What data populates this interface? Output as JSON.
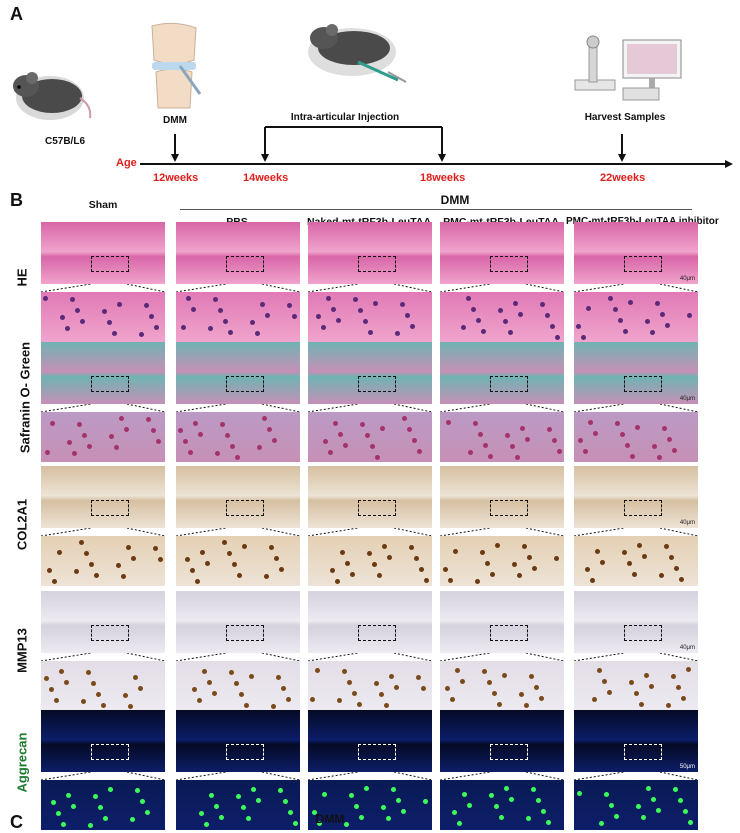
{
  "panel_a": {
    "letter": "A",
    "strain_label": "C57B/L6",
    "dmm_label": "DMM",
    "injection_label": "Intra-articular Injection",
    "harvest_label": "Harvest Samples",
    "age_label": "Age",
    "timepoints": [
      "12weeks",
      "14weeks",
      "18weeks",
      "22weeks"
    ],
    "colors": {
      "timeline_red": "#e0201c",
      "line": "#111111"
    }
  },
  "panel_b": {
    "letter": "B",
    "group_label": "DMM",
    "columns": [
      "Sham",
      "PBS",
      "Naked-mt-tRF3b-LeuTAA",
      "PMC-mt-tRF3b-LeuTAA",
      "PMC-mt-tRF3b-LeuTAA inhibitor"
    ],
    "rows": [
      {
        "label": "HE",
        "color": "#111111",
        "scale": "40μm",
        "bg": "#d866a8",
        "bg2": "#f0a4cc",
        "detail_bg": "#e07ab6"
      },
      {
        "label": "Safranin O- Green",
        "color": "#111111",
        "scale": "40μm",
        "bg": "#6fb3b3",
        "bg2": "#c690b6",
        "detail_bg": "#bb9ac4"
      },
      {
        "label": "COL2A1",
        "color": "#111111",
        "scale": "40μm",
        "bg": "#d6bfa0",
        "bg2": "#ede3d6",
        "detail_bg": "#e4d0b4"
      },
      {
        "label": "MMP13",
        "color": "#111111",
        "scale": "40μm",
        "bg": "#d5d1dd",
        "bg2": "#eeeaf1",
        "detail_bg": "#e2dde6"
      },
      {
        "label": "Aggrecan",
        "color": "#1a7a2e",
        "scale": "50μm",
        "bg": "#050a25",
        "bg2": "#0c1e6a",
        "detail_bg": "#0a1a55"
      }
    ]
  },
  "panel_c": {
    "letter": "C",
    "group_label": "DMM"
  }
}
